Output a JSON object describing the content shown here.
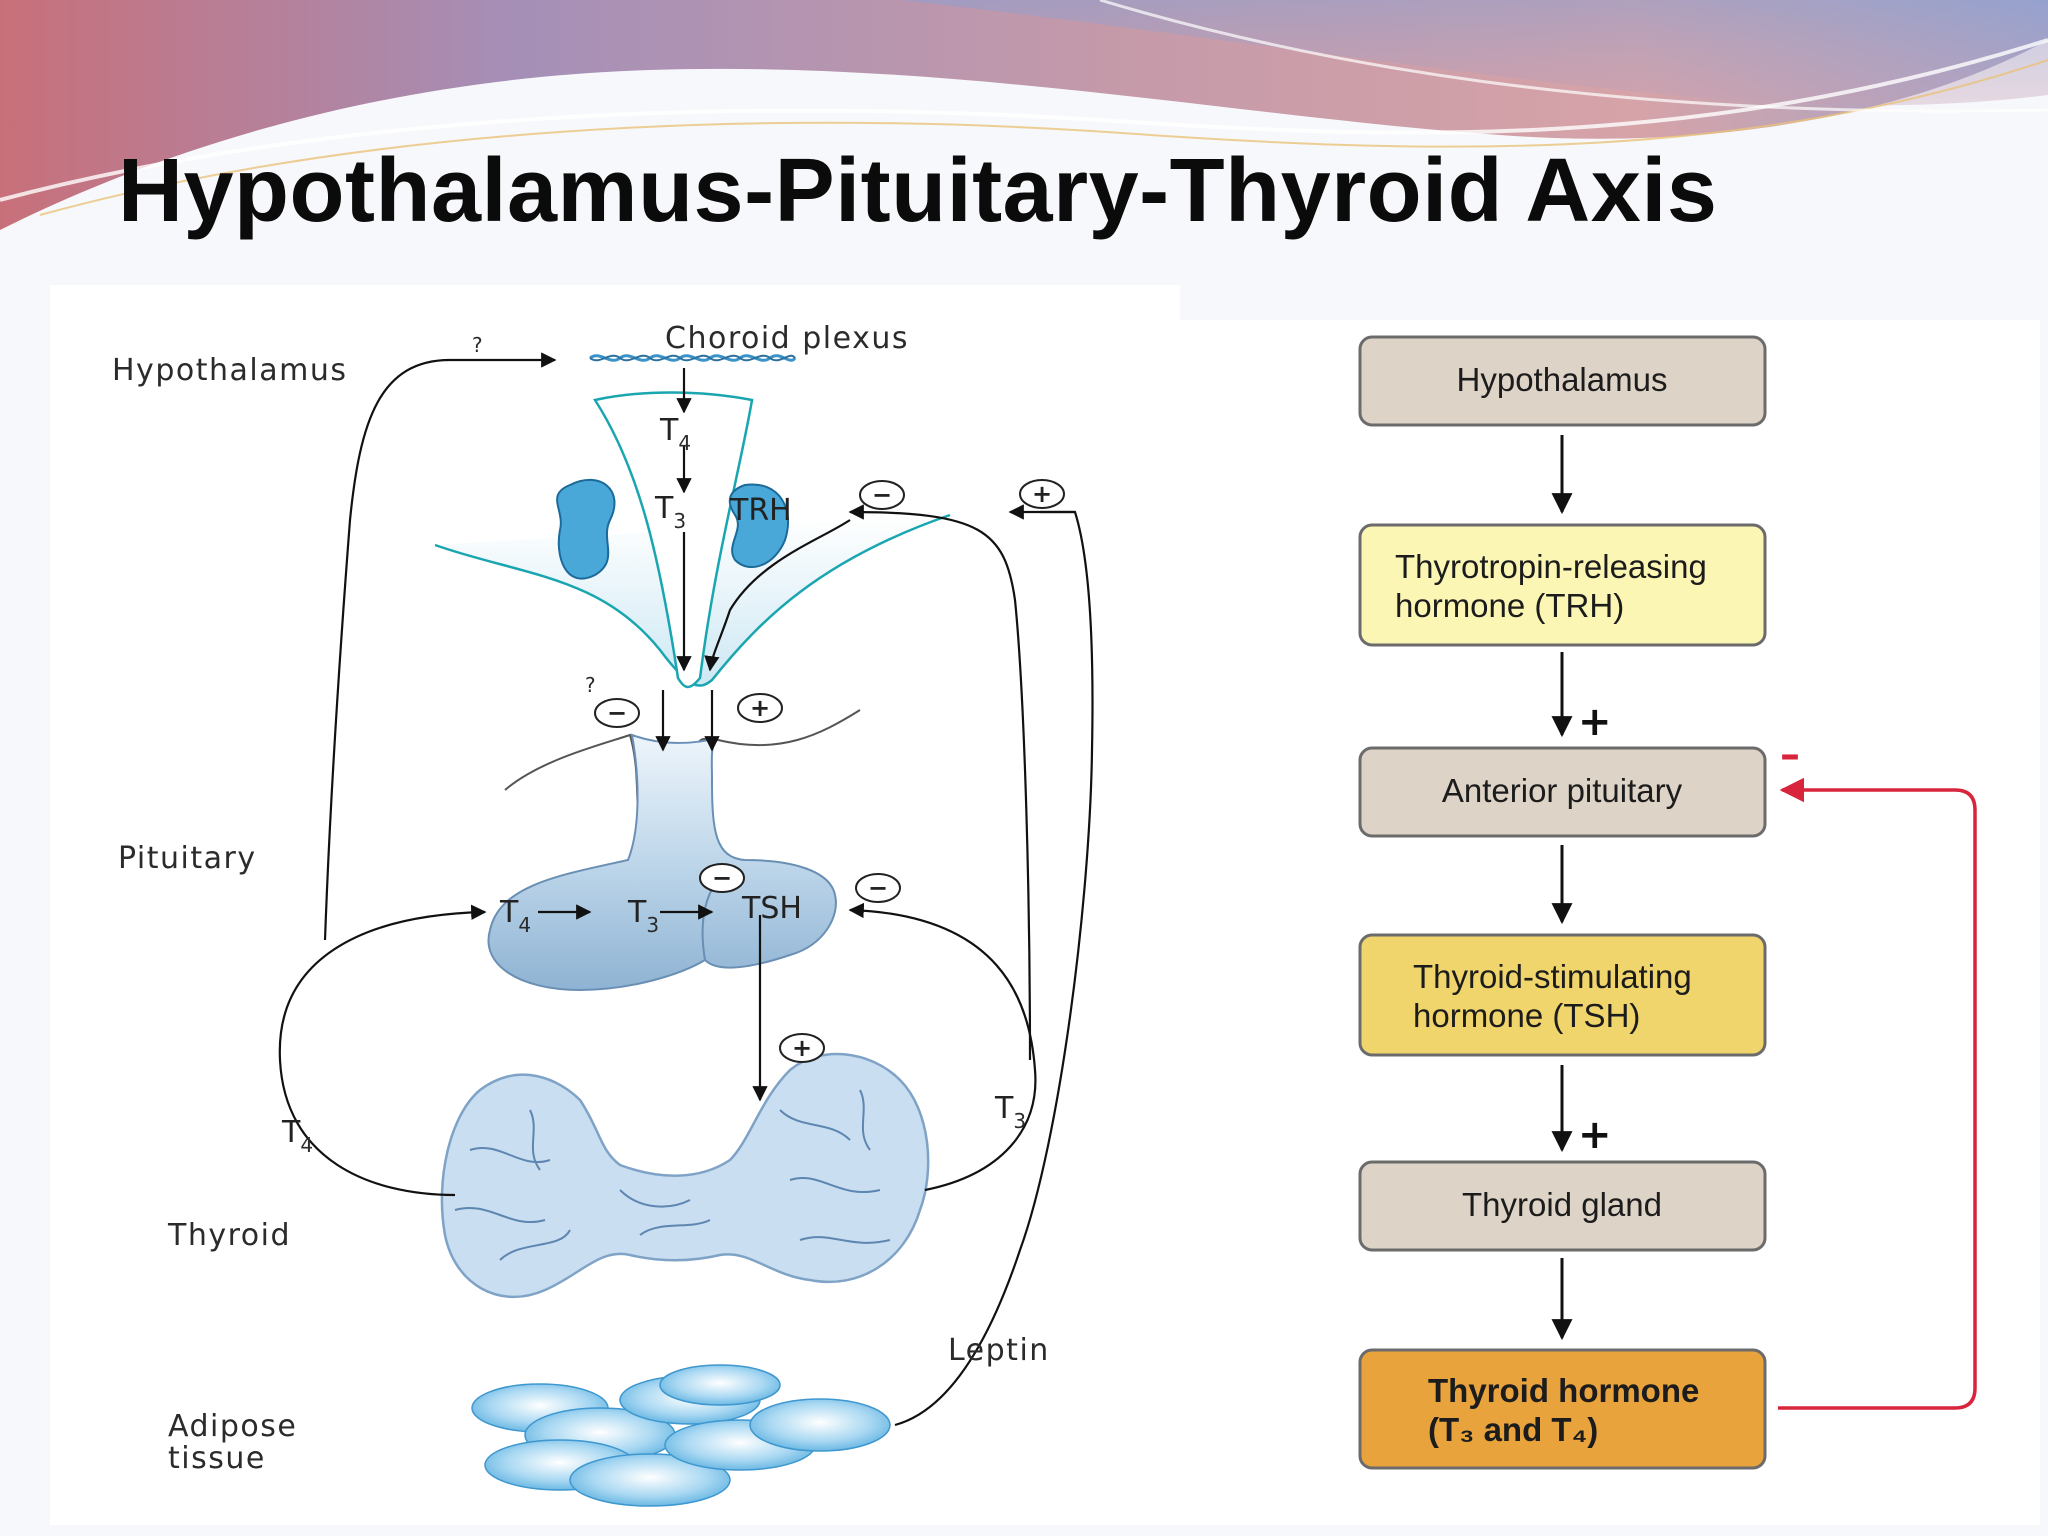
{
  "title": "Hypothalamus-Pituitary-Thyroid Axis",
  "left_diagram": {
    "labels": {
      "hypothalamus": "Hypothalamus",
      "choroid_plexus": "Choroid plexus",
      "pituitary": "Pituitary",
      "thyroid": "Thyroid",
      "adipose_line1": "Adipose",
      "adipose_line2": "tissue",
      "leptin": "Leptin",
      "question": "?",
      "t": "T",
      "sub4": "4",
      "sub3": "3",
      "trh": "TRH",
      "tsh": "TSH",
      "plus": "+",
      "minus": "−"
    }
  },
  "right_flowchart": {
    "boxes": [
      {
        "line1": "Hypothalamus",
        "line2": "",
        "color": "#ddd3c6"
      },
      {
        "line1": "Thyrotropin-releasing",
        "line2": "hormone (TRH)",
        "color": "#fbf6b4"
      },
      {
        "line1": "Anterior pituitary",
        "line2": "",
        "color": "#ddd3c6"
      },
      {
        "line1": "Thyroid-stimulating",
        "line2": "hormone (TSH)",
        "color": "#f0d46c"
      },
      {
        "line1": "Thyroid gland",
        "line2": "",
        "color": "#ddd3c6"
      },
      {
        "line1": "Thyroid hormone",
        "line2": "(T₃ and T₄)",
        "color": "#e8a33c"
      }
    ],
    "plus": "+",
    "minus": "–",
    "feedback_color": "#d9253b"
  }
}
